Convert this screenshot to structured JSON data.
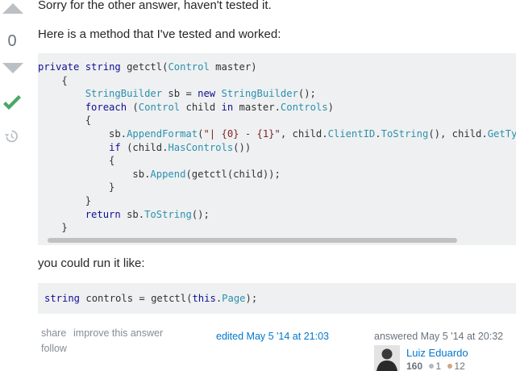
{
  "vote": {
    "count": "0"
  },
  "post": {
    "p1": "Sorry for the other answer, haven't tested it.",
    "p2": "Here is a method that I've tested and worked:",
    "p3": "you could run it like:"
  },
  "code1": [
    [
      {
        "t": "kw",
        "v": "private"
      },
      {
        "t": "",
        "v": " "
      },
      {
        "t": "kw",
        "v": "string"
      },
      {
        "t": "",
        "v": " getctl("
      },
      {
        "t": "ty",
        "v": "Control"
      },
      {
        "t": "",
        "v": " master)"
      }
    ],
    [
      {
        "t": "",
        "v": "    {"
      }
    ],
    [
      {
        "t": "",
        "v": "        "
      },
      {
        "t": "ty",
        "v": "StringBuilder"
      },
      {
        "t": "",
        "v": " sb = "
      },
      {
        "t": "kw",
        "v": "new"
      },
      {
        "t": "",
        "v": " "
      },
      {
        "t": "ty",
        "v": "StringBuilder"
      },
      {
        "t": "",
        "v": "();"
      }
    ],
    [
      {
        "t": "",
        "v": "        "
      },
      {
        "t": "kw",
        "v": "foreach"
      },
      {
        "t": "",
        "v": " ("
      },
      {
        "t": "ty",
        "v": "Control"
      },
      {
        "t": "",
        "v": " child "
      },
      {
        "t": "kw",
        "v": "in"
      },
      {
        "t": "",
        "v": " master."
      },
      {
        "t": "ty",
        "v": "Controls"
      },
      {
        "t": "",
        "v": ")"
      }
    ],
    [
      {
        "t": "",
        "v": "        {"
      }
    ],
    [
      {
        "t": "",
        "v": "            sb."
      },
      {
        "t": "ty",
        "v": "AppendFormat"
      },
      {
        "t": "",
        "v": "("
      },
      {
        "t": "str",
        "v": "\"| {0} - {1}\""
      },
      {
        "t": "",
        "v": ", child."
      },
      {
        "t": "ty",
        "v": "ClientID"
      },
      {
        "t": "",
        "v": "."
      },
      {
        "t": "ty",
        "v": "ToString"
      },
      {
        "t": "",
        "v": "(), child."
      },
      {
        "t": "ty",
        "v": "GetType"
      },
      {
        "t": "",
        "v": "()"
      }
    ],
    [
      {
        "t": "",
        "v": "            "
      },
      {
        "t": "kw",
        "v": "if"
      },
      {
        "t": "",
        "v": " (child."
      },
      {
        "t": "ty",
        "v": "HasControls"
      },
      {
        "t": "",
        "v": "())"
      }
    ],
    [
      {
        "t": "",
        "v": "            {"
      }
    ],
    [
      {
        "t": "",
        "v": "                sb."
      },
      {
        "t": "ty",
        "v": "Append"
      },
      {
        "t": "",
        "v": "(getctl(child));"
      }
    ],
    [
      {
        "t": "",
        "v": "            }"
      }
    ],
    [
      {
        "t": "",
        "v": "        }"
      }
    ],
    [
      {
        "t": "",
        "v": "        "
      },
      {
        "t": "kw",
        "v": "return"
      },
      {
        "t": "",
        "v": " sb."
      },
      {
        "t": "ty",
        "v": "ToString"
      },
      {
        "t": "",
        "v": "();"
      }
    ],
    [
      {
        "t": "",
        "v": "    }"
      }
    ]
  ],
  "code2": [
    [
      {
        "t": "kw",
        "v": "string"
      },
      {
        "t": "",
        "v": " controls = getctl("
      },
      {
        "t": "kw",
        "v": "this"
      },
      {
        "t": "",
        "v": "."
      },
      {
        "t": "ty",
        "v": "Page"
      },
      {
        "t": "",
        "v": ");"
      }
    ]
  ],
  "menu": {
    "share": "share",
    "improve": "improve this answer",
    "follow": "follow"
  },
  "edited": "edited May 5 '14 at 21:03",
  "answered": "answered May 5 '14 at 20:32",
  "user": {
    "name": "Luiz Eduardo",
    "reputation": "160",
    "silver": "1",
    "bronze": "12"
  },
  "colors": {
    "accepted": "#48a868",
    "link": "#0077cc",
    "code_bg": "#eff0f1",
    "keyword": "#101094",
    "type": "#2b91af",
    "string": "#7d2727"
  },
  "icons": {
    "up": "arrow-up-icon",
    "down": "arrow-down-icon",
    "accepted": "checkmark-icon",
    "history": "history-icon"
  }
}
